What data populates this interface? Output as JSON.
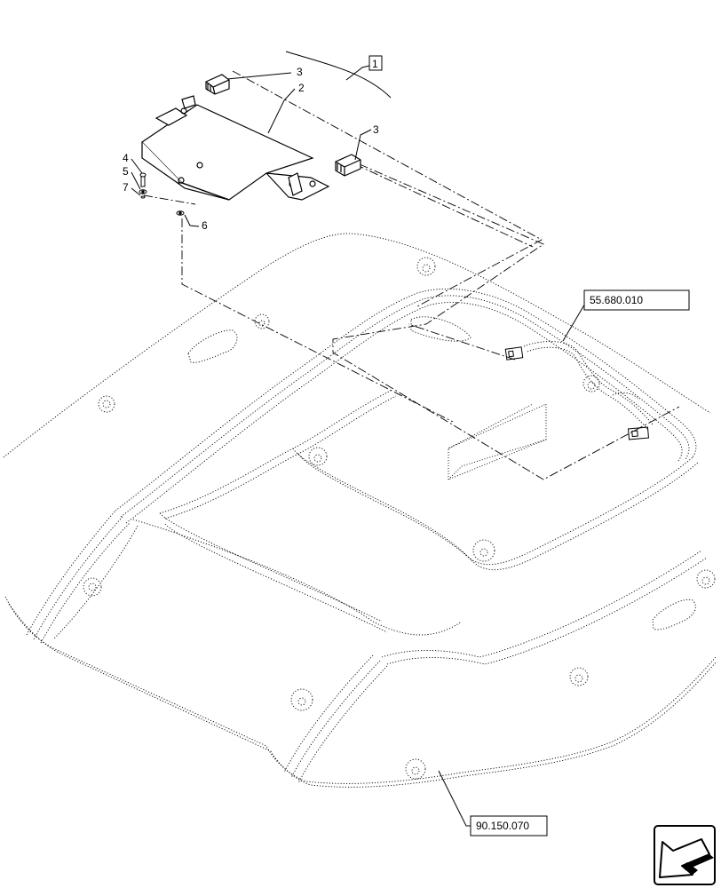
{
  "callouts": {
    "part_1": "1",
    "part_2": "2",
    "part_3a": "3",
    "part_3b": "3",
    "part_4": "4",
    "part_5": "5",
    "part_6": "6",
    "part_7": "7"
  },
  "references": {
    "ref_a": "55.680.010",
    "ref_b": "90.150.070"
  },
  "icons": {
    "nav_arrow": "view-direction-arrow-icon"
  }
}
